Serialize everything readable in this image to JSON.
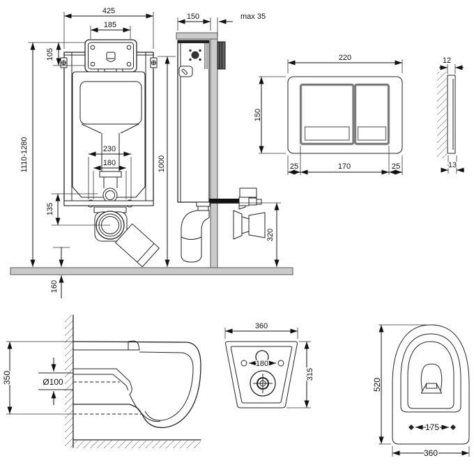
{
  "colors": {
    "background": "#ffffff",
    "line": "#222222",
    "dimension_text": "#111111",
    "gray_fill": "#cbcbcb",
    "dark_block": "#666666",
    "pipe_fill": "#111111",
    "button_border": "#8f8f8f"
  },
  "views": {
    "frame_front": {
      "width": "425",
      "access_box_width": "185",
      "access_box_height": "105",
      "height_range": "1110-1280",
      "span_outer": "230",
      "span_inner": "180",
      "outlet_drop": "135",
      "below_floor": "160"
    },
    "frame_side": {
      "depth": "150",
      "finish_allowance": "max 35",
      "height": "1000",
      "outlet_height": "320"
    },
    "plate_front": {
      "width": "220",
      "height": "150",
      "margin_left": "25",
      "buttons_span": "170",
      "margin_right": "25"
    },
    "plate_side": {
      "thickness_top": "12",
      "thickness_bottom": "13"
    },
    "bowl_side": {
      "height": "350",
      "outlet_diameter": "Ø100"
    },
    "bowl_back": {
      "width": "360",
      "hole_spacing": "180",
      "height": "315"
    },
    "bowl_top": {
      "depth": "520",
      "fixing_spacing": "175",
      "width": "360"
    }
  }
}
